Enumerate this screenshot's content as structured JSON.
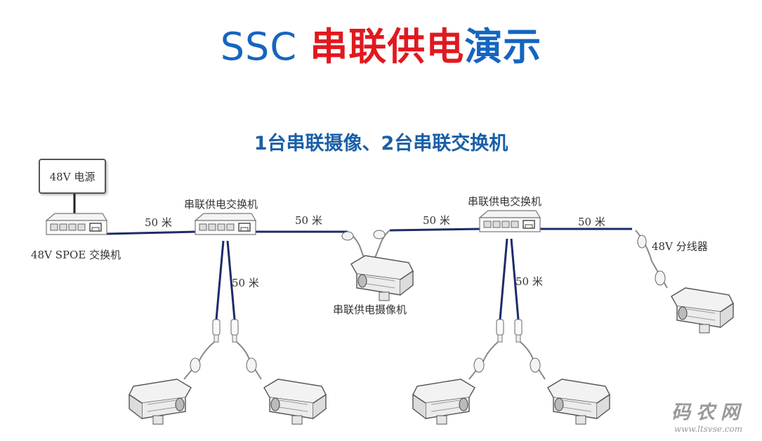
{
  "title": {
    "part1": "SSC ",
    "part2": "串联供电",
    "part3": "演示",
    "color_blue": "#1565c0",
    "color_red": "#e0191f"
  },
  "subtitle": "1台串联摄像、2台串联交换机",
  "labels": {
    "power_supply": "48V 电源",
    "poe_switch": "48V SPOE 交换机",
    "series_switch_1": "串联供电交换机",
    "series_switch_2": "串联供电交换机",
    "series_camera": "串联供电摄像机",
    "splitter": "48V 分线器"
  },
  "distances": {
    "d1": "50 米",
    "d2": "50 米",
    "d3": "50 米",
    "d4": "50 米",
    "d5": "50 米",
    "d6": "50 米"
  },
  "watermark": {
    "main": "码农网",
    "url": "www.ltsvse.com"
  },
  "colors": {
    "cable": "#1c2c6b",
    "device_outline": "#666666"
  }
}
